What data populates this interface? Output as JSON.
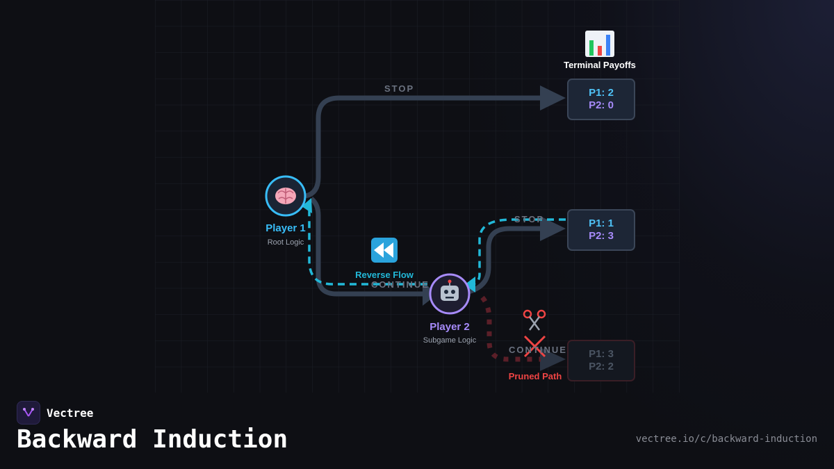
{
  "diagram": {
    "terminal_header": {
      "icon": "bar-chart-icon",
      "label": "Terminal Payoffs"
    },
    "nodes": {
      "player1": {
        "name": "Player 1",
        "sub": "Root Logic",
        "icon": "brain-icon",
        "color": "#38bdf8"
      },
      "player2": {
        "name": "Player 2",
        "sub": "Subgame Logic",
        "icon": "robot-icon",
        "color": "#a78bfa"
      }
    },
    "edges": {
      "p1_stop": "STOP",
      "p1_continue": "CONTINUE",
      "p2_stop": "STOP",
      "p2_continue": "CONTINUE"
    },
    "annotations": {
      "reverse_flow": {
        "icon": "rewind-icon",
        "label": "Reverse Flow",
        "color": "#22b8d8"
      },
      "pruned": {
        "icon": "scissors-icon",
        "label": "Pruned Path",
        "color": "#ef4444"
      }
    },
    "payoffs": [
      {
        "p1": "P1: 2",
        "p2": "P2: 0",
        "pruned": false
      },
      {
        "p1": "P1: 1",
        "p2": "P2: 3",
        "pruned": false
      },
      {
        "p1": "P1: 3",
        "p2": "P2: 2",
        "pruned": true
      }
    ]
  },
  "footer": {
    "brand": "Vectree",
    "title": "Backward Induction",
    "url": "vectree.io/c/backward-induction"
  }
}
